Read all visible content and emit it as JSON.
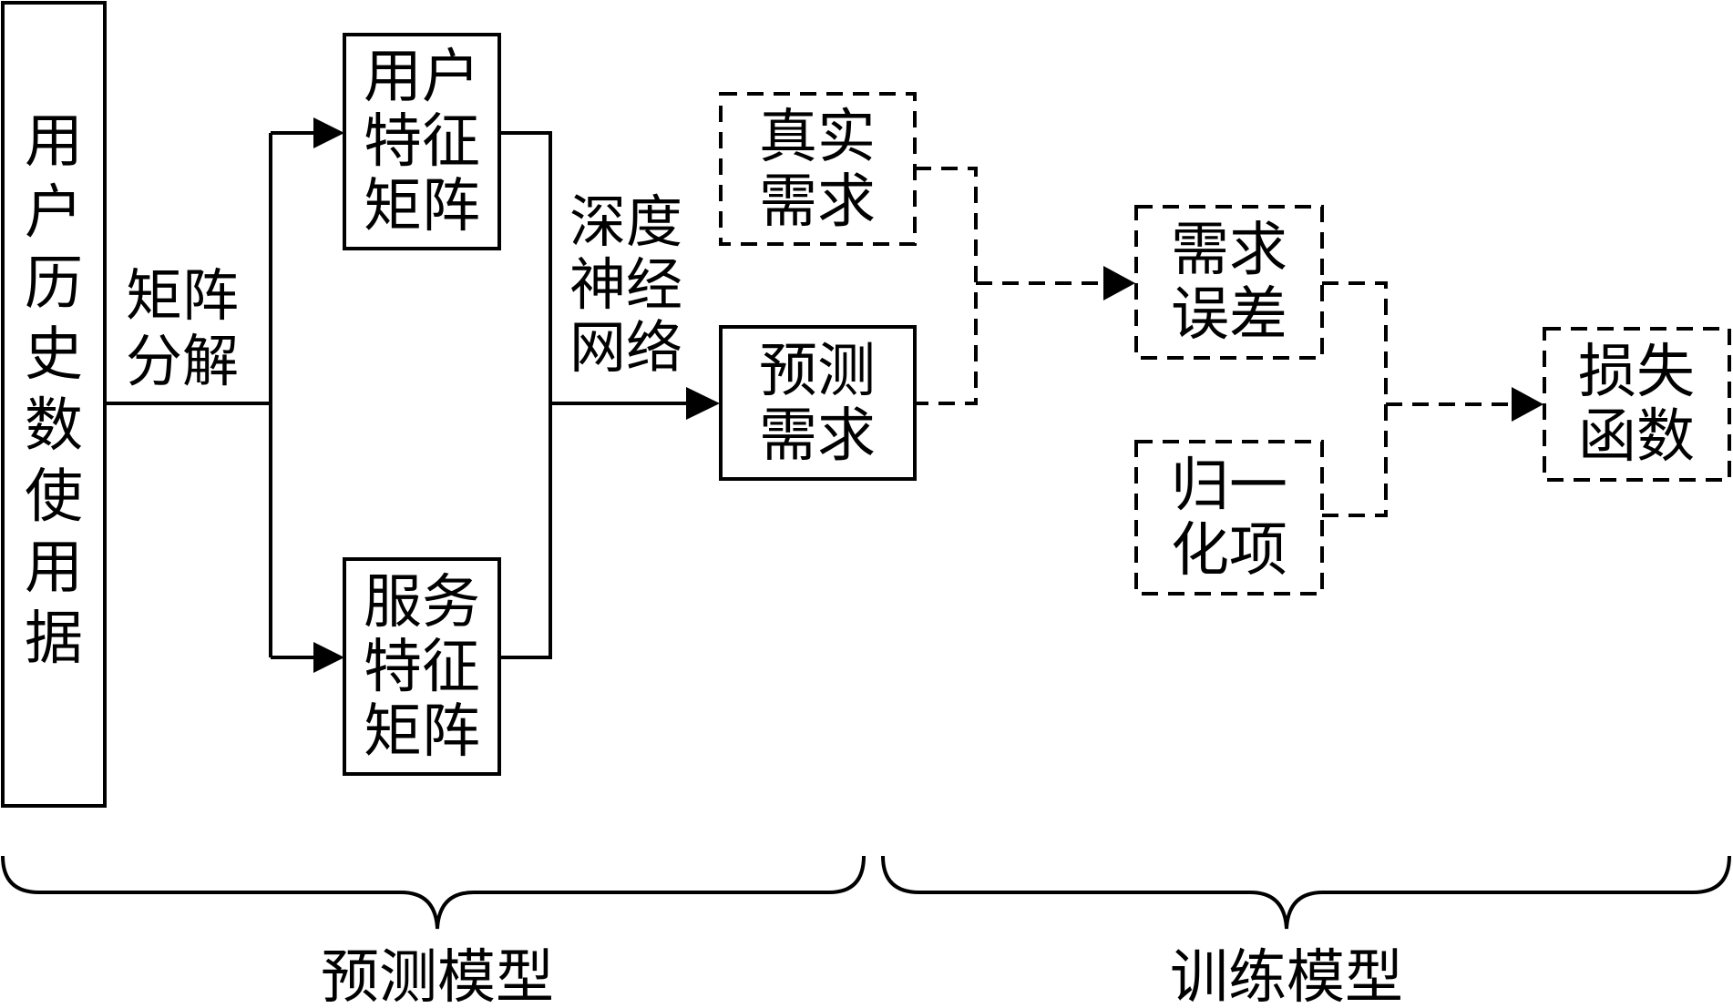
{
  "nodes": {
    "history": [
      "用",
      "户",
      "历",
      "史",
      "数",
      "使",
      "用",
      "据"
    ],
    "user_feature": [
      "用户",
      "特征",
      "矩阵"
    ],
    "service_feature": [
      "服务",
      "特征",
      "矩阵"
    ],
    "true_demand": [
      "真实",
      "需求"
    ],
    "pred_demand": [
      "预测",
      "需求"
    ],
    "demand_error": [
      "需求",
      "误差"
    ],
    "regularization": [
      "归一",
      "化项"
    ],
    "loss": [
      "损失",
      "函数"
    ]
  },
  "edge_labels": {
    "matrix_factorization": [
      "矩阵",
      "分解"
    ],
    "deep_nn": [
      "深度",
      "神经",
      "网络"
    ]
  },
  "braces": {
    "prediction_model": "预测模型",
    "training_model": "训练模型"
  }
}
